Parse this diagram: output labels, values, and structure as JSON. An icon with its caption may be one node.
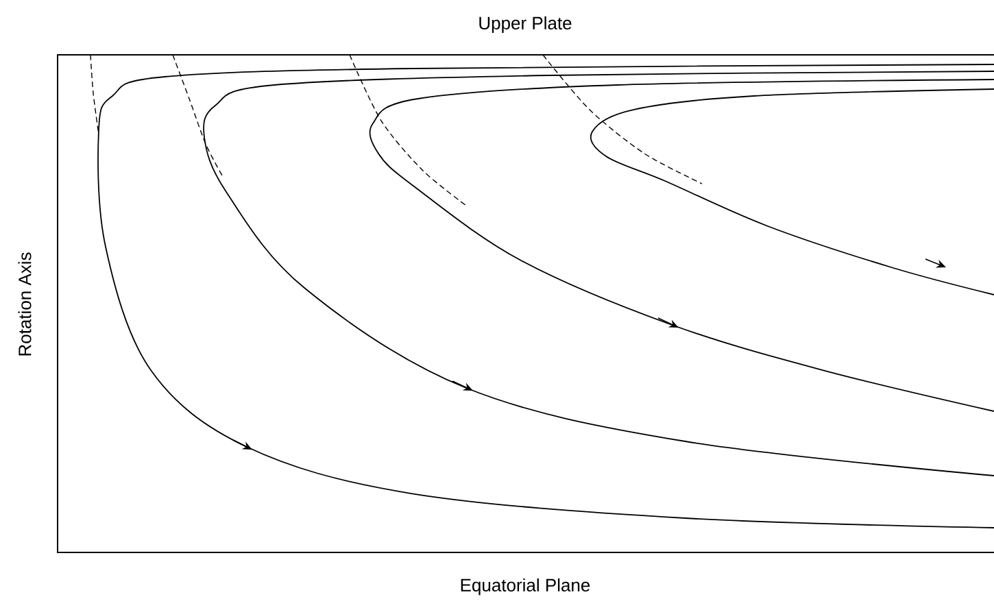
{
  "diagram": {
    "labels": [
      "Upper Plate",
      "Rotation Axis",
      "Equatorial Plane"
    ]
  }
}
